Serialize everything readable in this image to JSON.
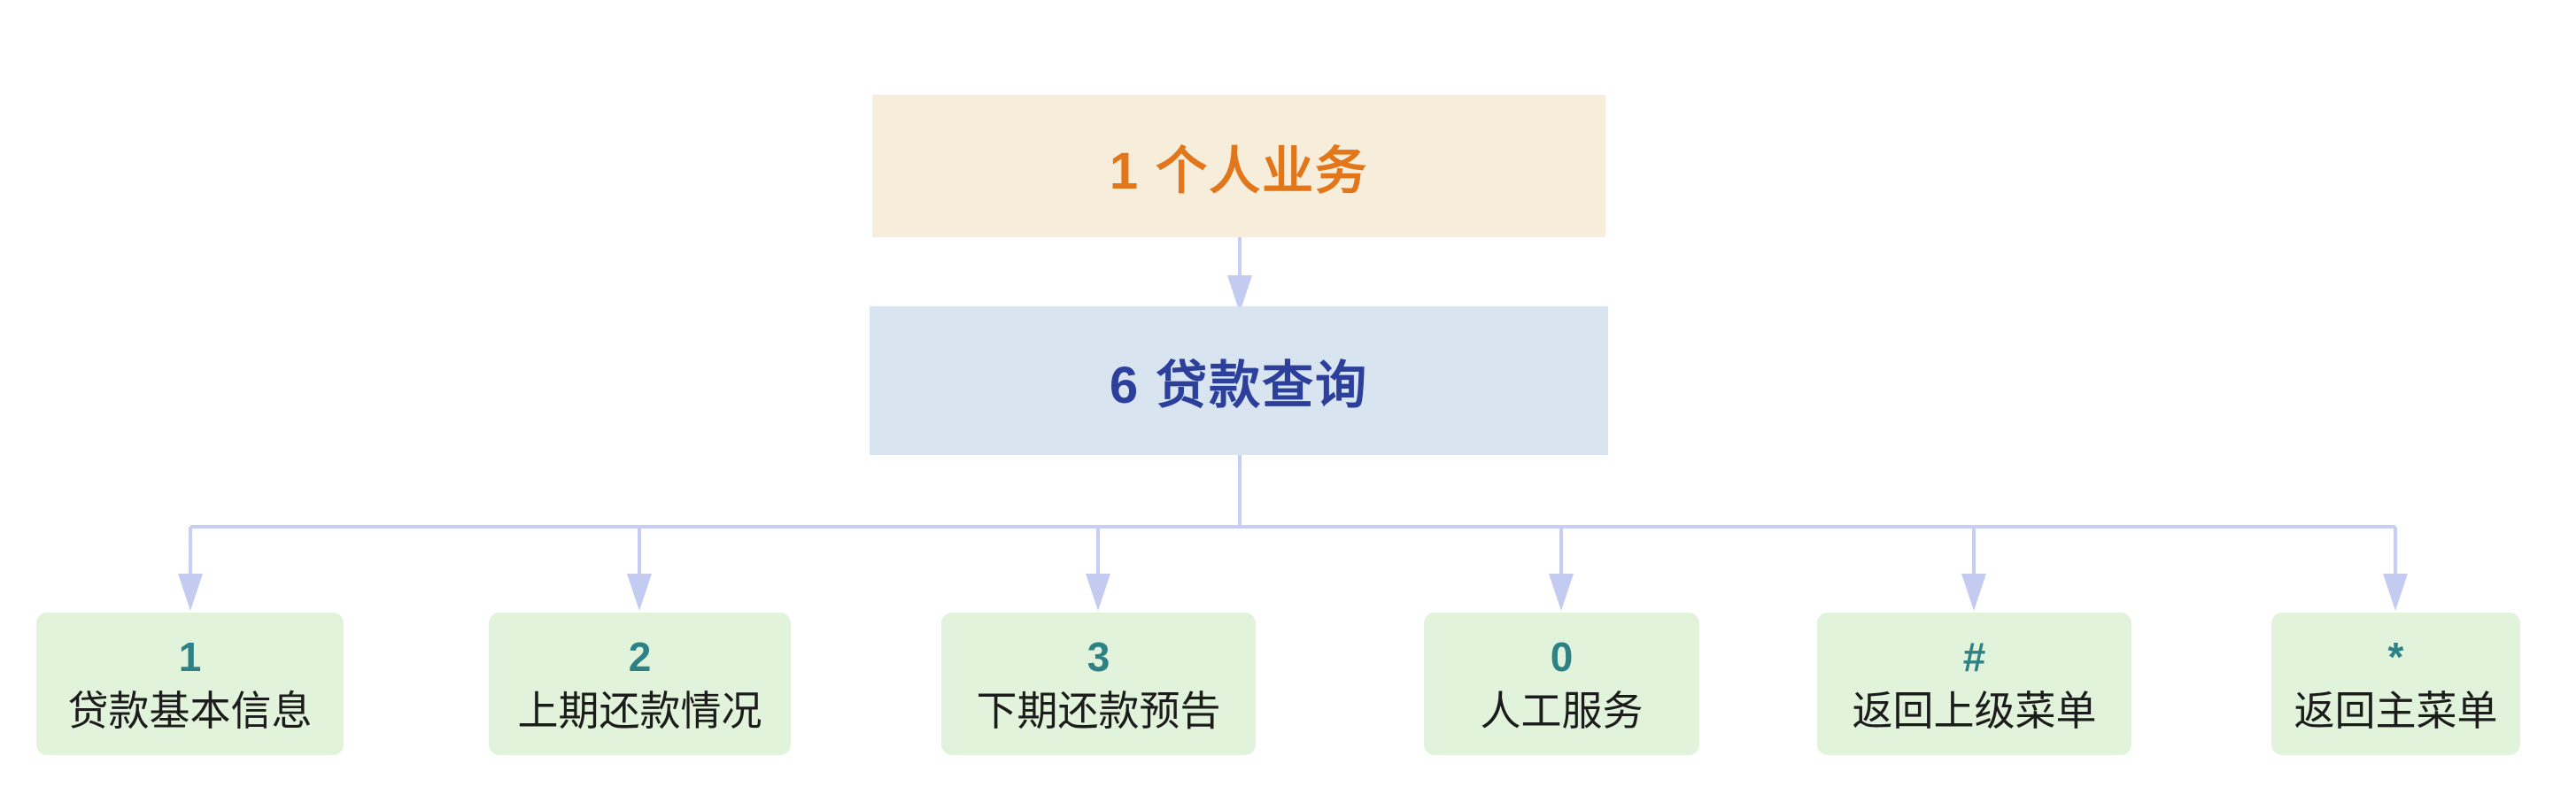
{
  "diagram": {
    "type": "ivr-menu-tree",
    "root": {
      "key": "1",
      "label": "个人业务",
      "display": "1 个人业务"
    },
    "submenu": {
      "key": "6",
      "label": "贷款查询",
      "display": "6 贷款查询"
    },
    "options": [
      {
        "key": "1",
        "label": "贷款基本信息"
      },
      {
        "key": "2",
        "label": "上期还款情况"
      },
      {
        "key": "3",
        "label": "下期还款预告"
      },
      {
        "key": "0",
        "label": "人工服务"
      },
      {
        "key": "#",
        "label": "返回上级菜单"
      },
      {
        "key": "*",
        "label": "返回主菜单"
      }
    ],
    "colors": {
      "root_fill": "#f6eedb",
      "root_text": "#e2761b",
      "submenu_fill": "#d9e4f1",
      "submenu_text": "#2b3f9b",
      "option_fill": "#e1f3da",
      "option_key_text": "#2e8285",
      "option_label_text": "#1c1c1c",
      "connector": "#c8cef3",
      "arrowhead": "#c4cbf1",
      "background": "#ffffff"
    }
  }
}
